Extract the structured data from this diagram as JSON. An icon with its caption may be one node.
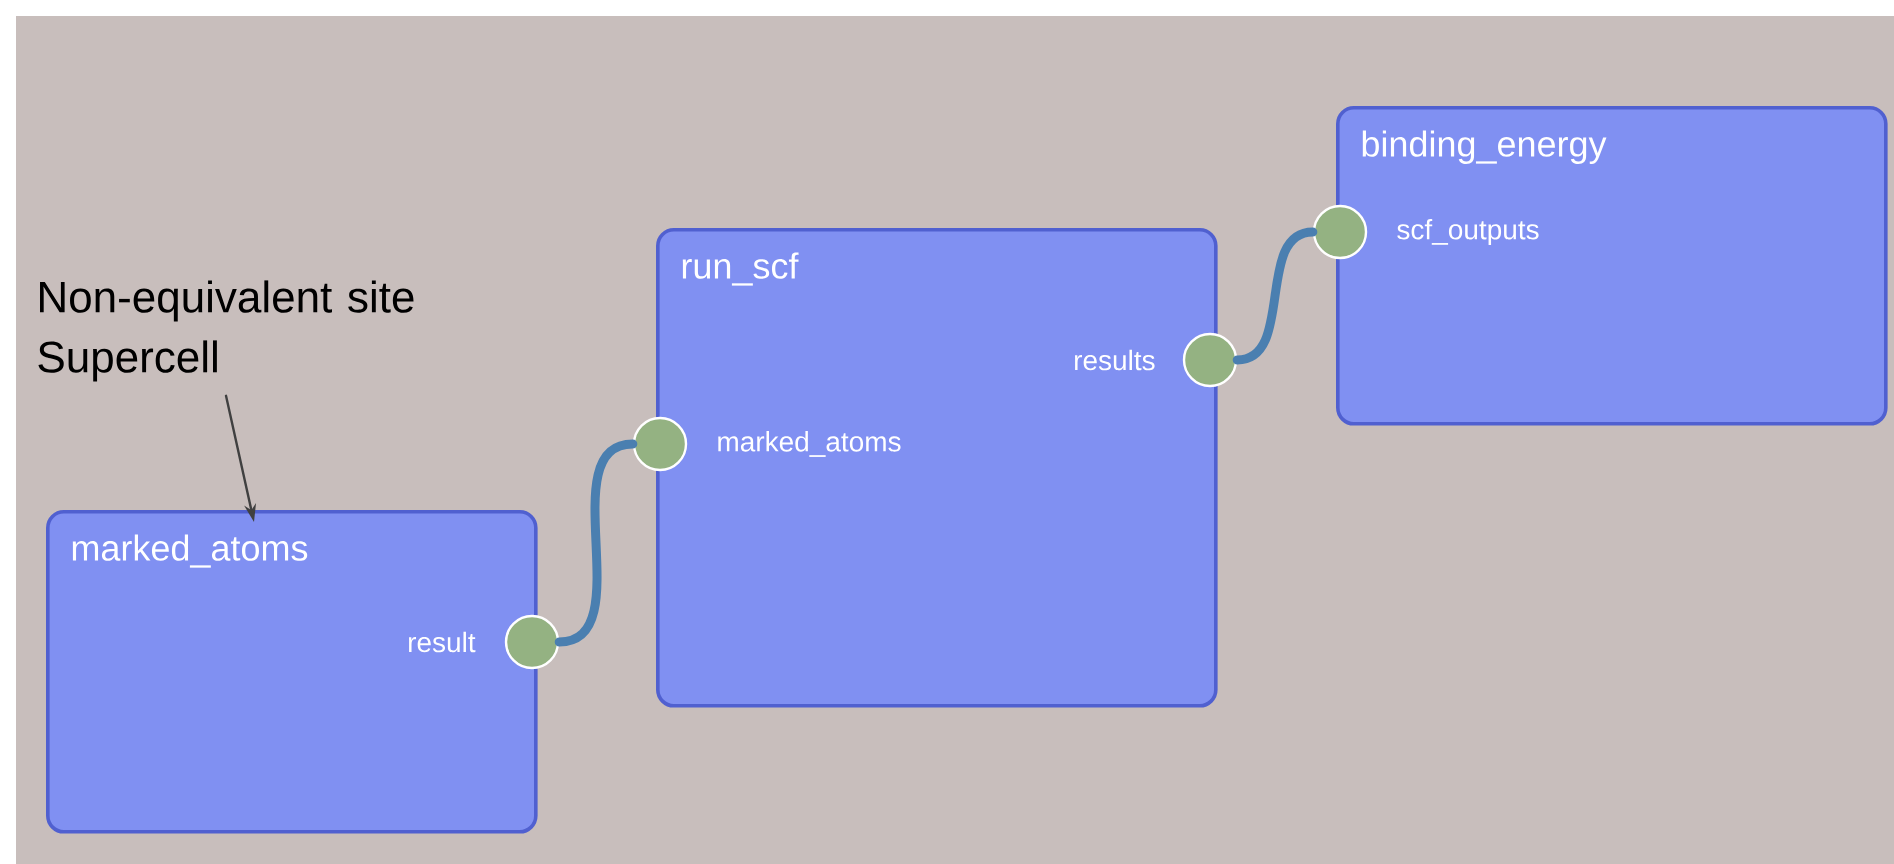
{
  "diagram": {
    "nodes": [
      {
        "text": [
          "Non-equivalent site Supercell"
        ]
      },
      {
        "text": [
          "marked_atoms",
          "result"
        ]
      },
      {
        "text": [],
        "shape": "circle"
      },
      {
        "text": [
          "run_scf",
          "marked_atoms",
          "results"
        ]
      },
      {
        "text": [],
        "shape": "circle"
      },
      {
        "text": [],
        "shape": "circle"
      },
      {
        "text": [
          "binding_energy",
          "scf_outputs"
        ]
      },
      {
        "text": [],
        "shape": "circle"
      }
    ],
    "edges": [
      {
        "from": 0,
        "to": 1,
        "arrow": "to",
        "color": "#404040"
      },
      {
        "from": 2,
        "to": 4,
        "arrow": "none",
        "color": "#4a7fb0"
      },
      {
        "from": 5,
        "to": 7,
        "arrow": "none",
        "color": "#4a7fb0"
      }
    ]
  }
}
